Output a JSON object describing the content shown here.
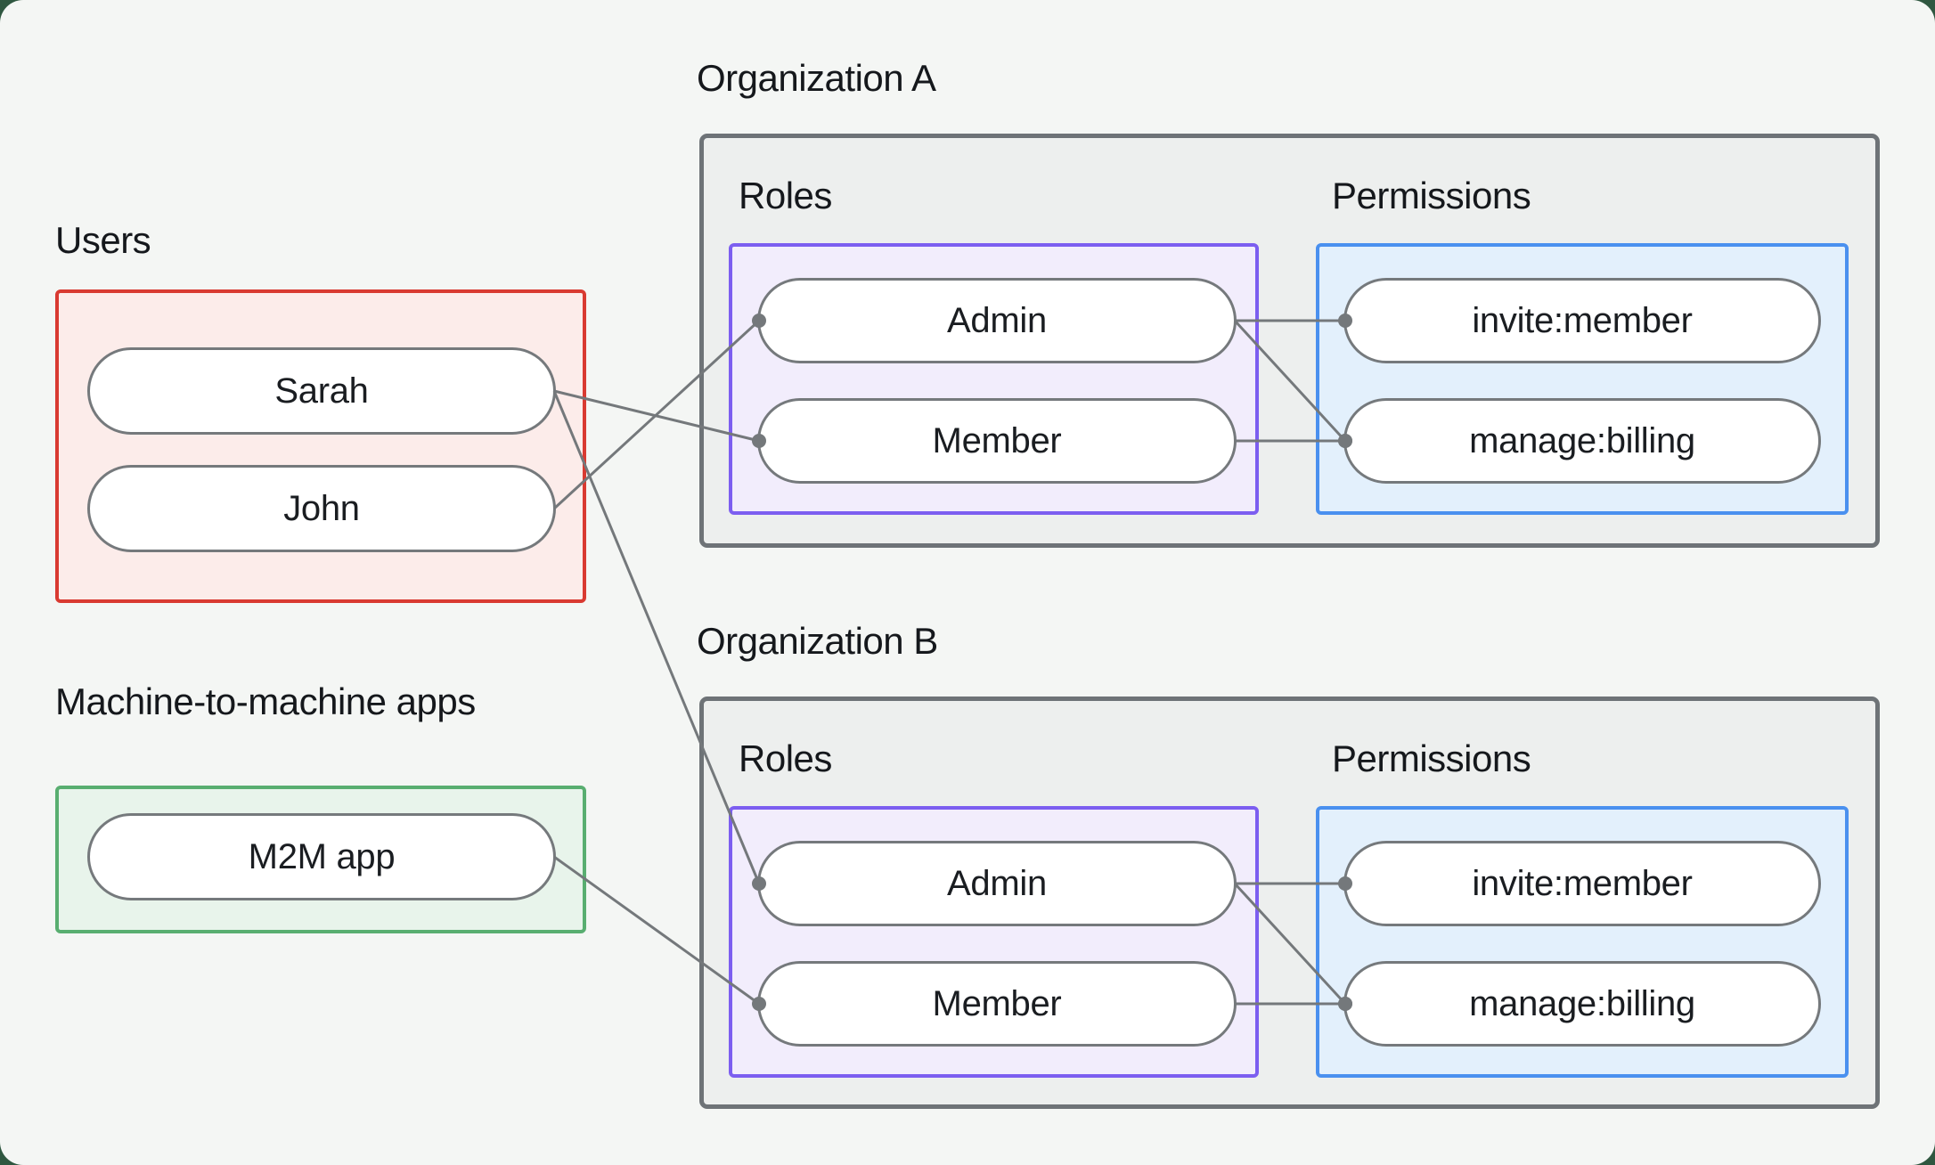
{
  "colors": {
    "page_background": "#f4f6f4",
    "outer_frame": "#2f5740",
    "text": "#15181c",
    "pill_border": "#75797c",
    "pill_fill": "#ffffff",
    "connector": "#74787b",
    "org_border": "#6e7377",
    "org_fill": "#edefee",
    "users_border": "#d93a31",
    "users_fill": "#fcecea",
    "m2m_border": "#58ae70",
    "m2m_fill": "#e8f4eb",
    "roles_border": "#7c5ef0",
    "roles_fill": "#f2edfc",
    "permissions_border": "#4a90ef",
    "permissions_fill": "#e3f0fc"
  },
  "left_column": {
    "users": {
      "label": "Users",
      "items": [
        {
          "id": "sarah",
          "label": "Sarah"
        },
        {
          "id": "john",
          "label": "John"
        }
      ]
    },
    "m2m": {
      "label": "Machine-to-machine apps",
      "items": [
        {
          "id": "m2m",
          "label": "M2M app"
        }
      ]
    }
  },
  "organizations": [
    {
      "id": "orgA",
      "title": "Organization A",
      "roles_label": "Roles",
      "permissions_label": "Permissions",
      "roles": [
        {
          "id": "orgA-admin",
          "label": "Admin"
        },
        {
          "id": "orgA-member",
          "label": "Member"
        }
      ],
      "permissions": [
        {
          "id": "orgA-invite",
          "label": "invite:member"
        },
        {
          "id": "orgA-manage",
          "label": "manage:billing"
        }
      ]
    },
    {
      "id": "orgB",
      "title": "Organization B",
      "roles_label": "Roles",
      "permissions_label": "Permissions",
      "roles": [
        {
          "id": "orgB-admin",
          "label": "Admin"
        },
        {
          "id": "orgB-member",
          "label": "Member"
        }
      ],
      "permissions": [
        {
          "id": "orgB-invite",
          "label": "invite:member"
        },
        {
          "id": "orgB-manage",
          "label": "manage:billing"
        }
      ]
    }
  ],
  "edges": [
    {
      "from": "sarah",
      "to": "orgA-member"
    },
    {
      "from": "john",
      "to": "orgA-admin"
    },
    {
      "from": "sarah",
      "to": "orgB-admin"
    },
    {
      "from": "m2m",
      "to": "orgB-member"
    },
    {
      "from": "orgA-admin",
      "to": "orgA-invite"
    },
    {
      "from": "orgA-admin",
      "to": "orgA-manage"
    },
    {
      "from": "orgA-member",
      "to": "orgA-manage"
    },
    {
      "from": "orgB-admin",
      "to": "orgB-invite"
    },
    {
      "from": "orgB-admin",
      "to": "orgB-manage"
    },
    {
      "from": "orgB-member",
      "to": "orgB-manage"
    }
  ]
}
